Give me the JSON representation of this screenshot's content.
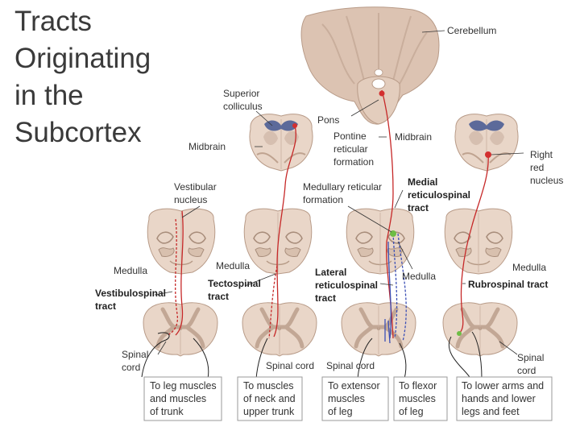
{
  "title_lines": [
    "Tracts",
    "Originating",
    "in the",
    "Subcortex"
  ],
  "labels": {
    "cerebellum": "Cerebellum",
    "superior_colliculus": [
      "Superior",
      "colliculus"
    ],
    "pons": "Pons",
    "pontine_reticular": [
      "Pontine",
      "reticular",
      "formation"
    ],
    "midbrain_center": "Midbrain",
    "midbrain_left": "Midbrain",
    "right_red_nucleus": [
      "Right",
      "red",
      "nucleus"
    ],
    "vestibular_nucleus": [
      "Vestibular",
      "nucleus"
    ],
    "medullary_reticular": [
      "Medullary reticular",
      "formation"
    ],
    "medial_reticulospinal": [
      "Medial",
      "reticulospinal",
      "tract"
    ],
    "medulla_1": "Medulla",
    "medulla_2": "Medulla",
    "medulla_3": "Medulla",
    "medulla_4": "Medulla",
    "vestibulospinal": [
      "Vestibulospinal",
      "tract"
    ],
    "tectospinal": [
      "Tectospinal",
      "tract"
    ],
    "lateral_reticulospinal": [
      "Lateral",
      "reticulospinal",
      "tract"
    ],
    "rubrospinal": "Rubrospinal tract",
    "spinal_cord_1": [
      "Spinal",
      "cord"
    ],
    "spinal_cord_2": "Spinal cord",
    "spinal_cord_3": "Spinal cord",
    "spinal_cord_4": [
      "Spinal",
      "cord"
    ]
  },
  "boxes": [
    [
      "To leg muscles",
      "and muscles",
      "of trunk"
    ],
    [
      "To muscles",
      "of neck and",
      "upper trunk"
    ],
    [
      "To extensor",
      "muscles",
      "of leg"
    ],
    [
      "To flexor",
      "muscles",
      "of leg"
    ],
    [
      "To lower arms and",
      "hands and lower",
      "legs and feet"
    ]
  ],
  "colors": {
    "tissue": "#e9d6c8",
    "tissue_edge": "#b89b88",
    "cerebellum": "#dcc3b2",
    "tract_red": "#c62828",
    "tract_blue": "#3b4fb5",
    "nucleus_green": "#6dbd45",
    "nucleus_red": "#d32f2f",
    "colliculus_blue": "#5c6a9a",
    "box_border": "#9a9a9a"
  }
}
